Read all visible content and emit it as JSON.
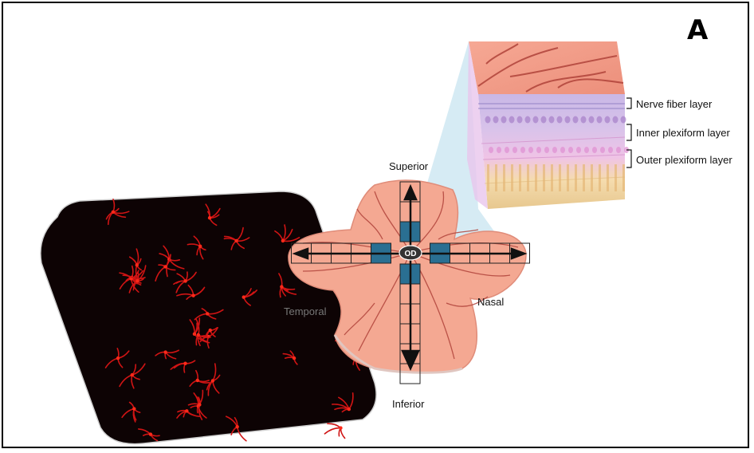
{
  "panel_label": "A",
  "directions": {
    "superior": "Superior",
    "inferior": "Inferior",
    "nasal": "Nasal",
    "temporal": "Temporal"
  },
  "optic_disc_label": "OD",
  "layers": [
    "Nerve fiber layer",
    "Inner plexiform layer",
    "Outer plexiform layer"
  ],
  "colors": {
    "retina": "#f4a892",
    "vessel": "#b0433a",
    "sampled_square": "#2a6f92",
    "micrograph_bg": "#0d0304",
    "micrograph_cells": "#e01818"
  }
}
